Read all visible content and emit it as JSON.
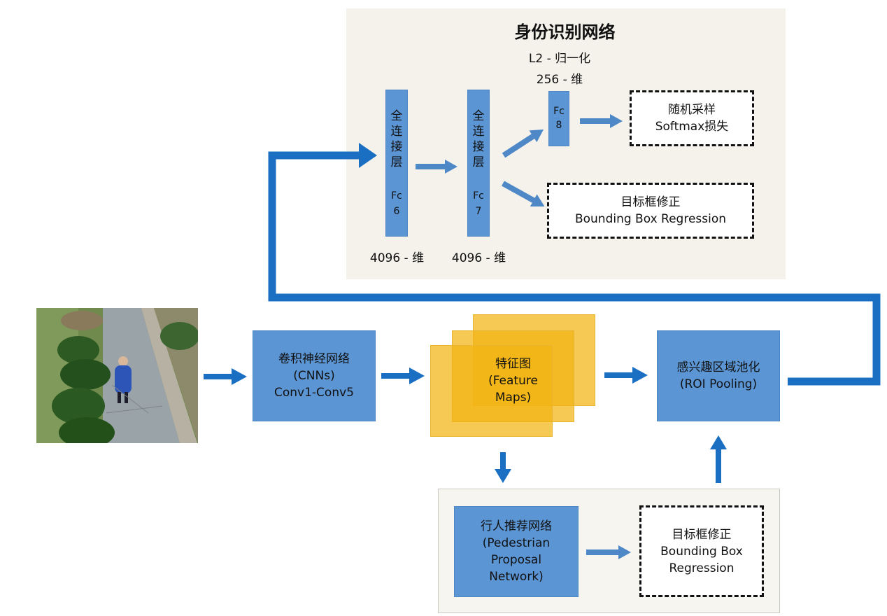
{
  "identity_network": {
    "title": "身份识别网络",
    "l2_norm_label": "L2 - 归一化",
    "fc8_dim_label": "256 - 维",
    "fc6": {
      "chars": [
        "全",
        "连",
        "接",
        "层"
      ],
      "name_lines": [
        "Fc",
        "6"
      ],
      "dim_label": "4096 - 维"
    },
    "fc7": {
      "chars": [
        "全",
        "连",
        "接",
        "层"
      ],
      "name_lines": [
        "Fc",
        "7"
      ],
      "dim_label": "4096 - 维"
    },
    "fc8": {
      "name_lines": [
        "Fc",
        "8"
      ]
    },
    "softmax_box": {
      "lines": [
        "随机采样",
        "Softmax损失"
      ]
    },
    "bbox_box": {
      "lines": [
        "目标框修正",
        "Bounding Box Regression"
      ]
    }
  },
  "main_pipeline": {
    "cnn_box": {
      "lines": [
        "卷积神经网络",
        "(CNNs)",
        "Conv1-Conv5"
      ]
    },
    "feature_maps": {
      "lines": [
        "特征图",
        "(Feature",
        "Maps)"
      ]
    },
    "roi_box": {
      "lines": [
        "感兴趣区域池化",
        "(ROI Pooling)"
      ]
    }
  },
  "proposal_network": {
    "pedestrian_box": {
      "lines": [
        "行人推荐网络",
        "(Pedestrian",
        "Proposal",
        "Network)"
      ]
    },
    "bbox_box": {
      "lines": [
        "目标框修正",
        "Bounding Box",
        "Regression"
      ]
    }
  },
  "colors": {
    "box_blue": "#5b95d4",
    "arrow_blue": "#1a6fc2",
    "small_arrow_blue": "#4f88c6",
    "feature_yellow": "#f2b414",
    "panel_beige": "#f4f2ea"
  },
  "icons": [
    "input-photo",
    "arrow"
  ]
}
